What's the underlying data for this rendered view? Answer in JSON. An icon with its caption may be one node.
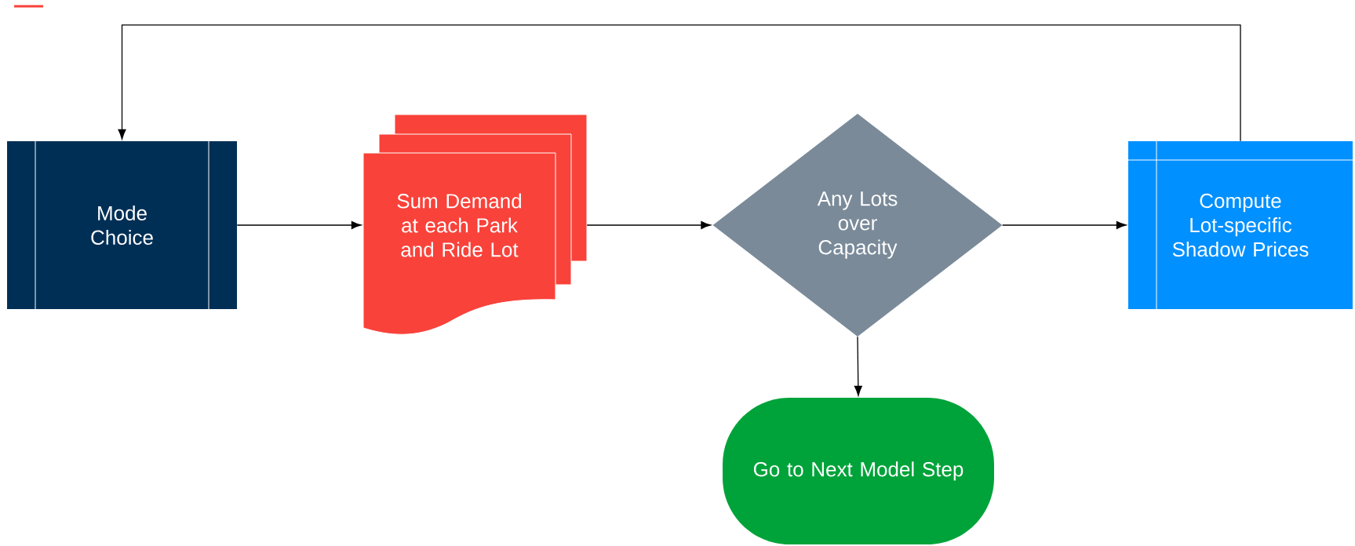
{
  "diagram": {
    "nodes": [
      {
        "text": [
          "Mode Choice"
        ]
      },
      {
        "text": [
          "Sum Demand at each Park and Ride Lot"
        ]
      },
      {
        "text": [
          "Any Lots over Capacity"
        ]
      },
      {
        "text": [
          "Compute Lot-specific Shadow Prices"
        ]
      },
      {
        "text": [
          "Go to Next Model Step"
        ]
      }
    ],
    "edges": [
      {
        "from": 0,
        "to": 1,
        "arrow": "to"
      },
      {
        "from": 1,
        "to": 2,
        "arrow": "to"
      },
      {
        "from": 2,
        "to": 3,
        "arrow": "to"
      },
      {
        "from": 2,
        "to": 4,
        "arrow": "to"
      },
      {
        "from": 3,
        "to": 0,
        "arrow": "to"
      }
    ]
  }
}
